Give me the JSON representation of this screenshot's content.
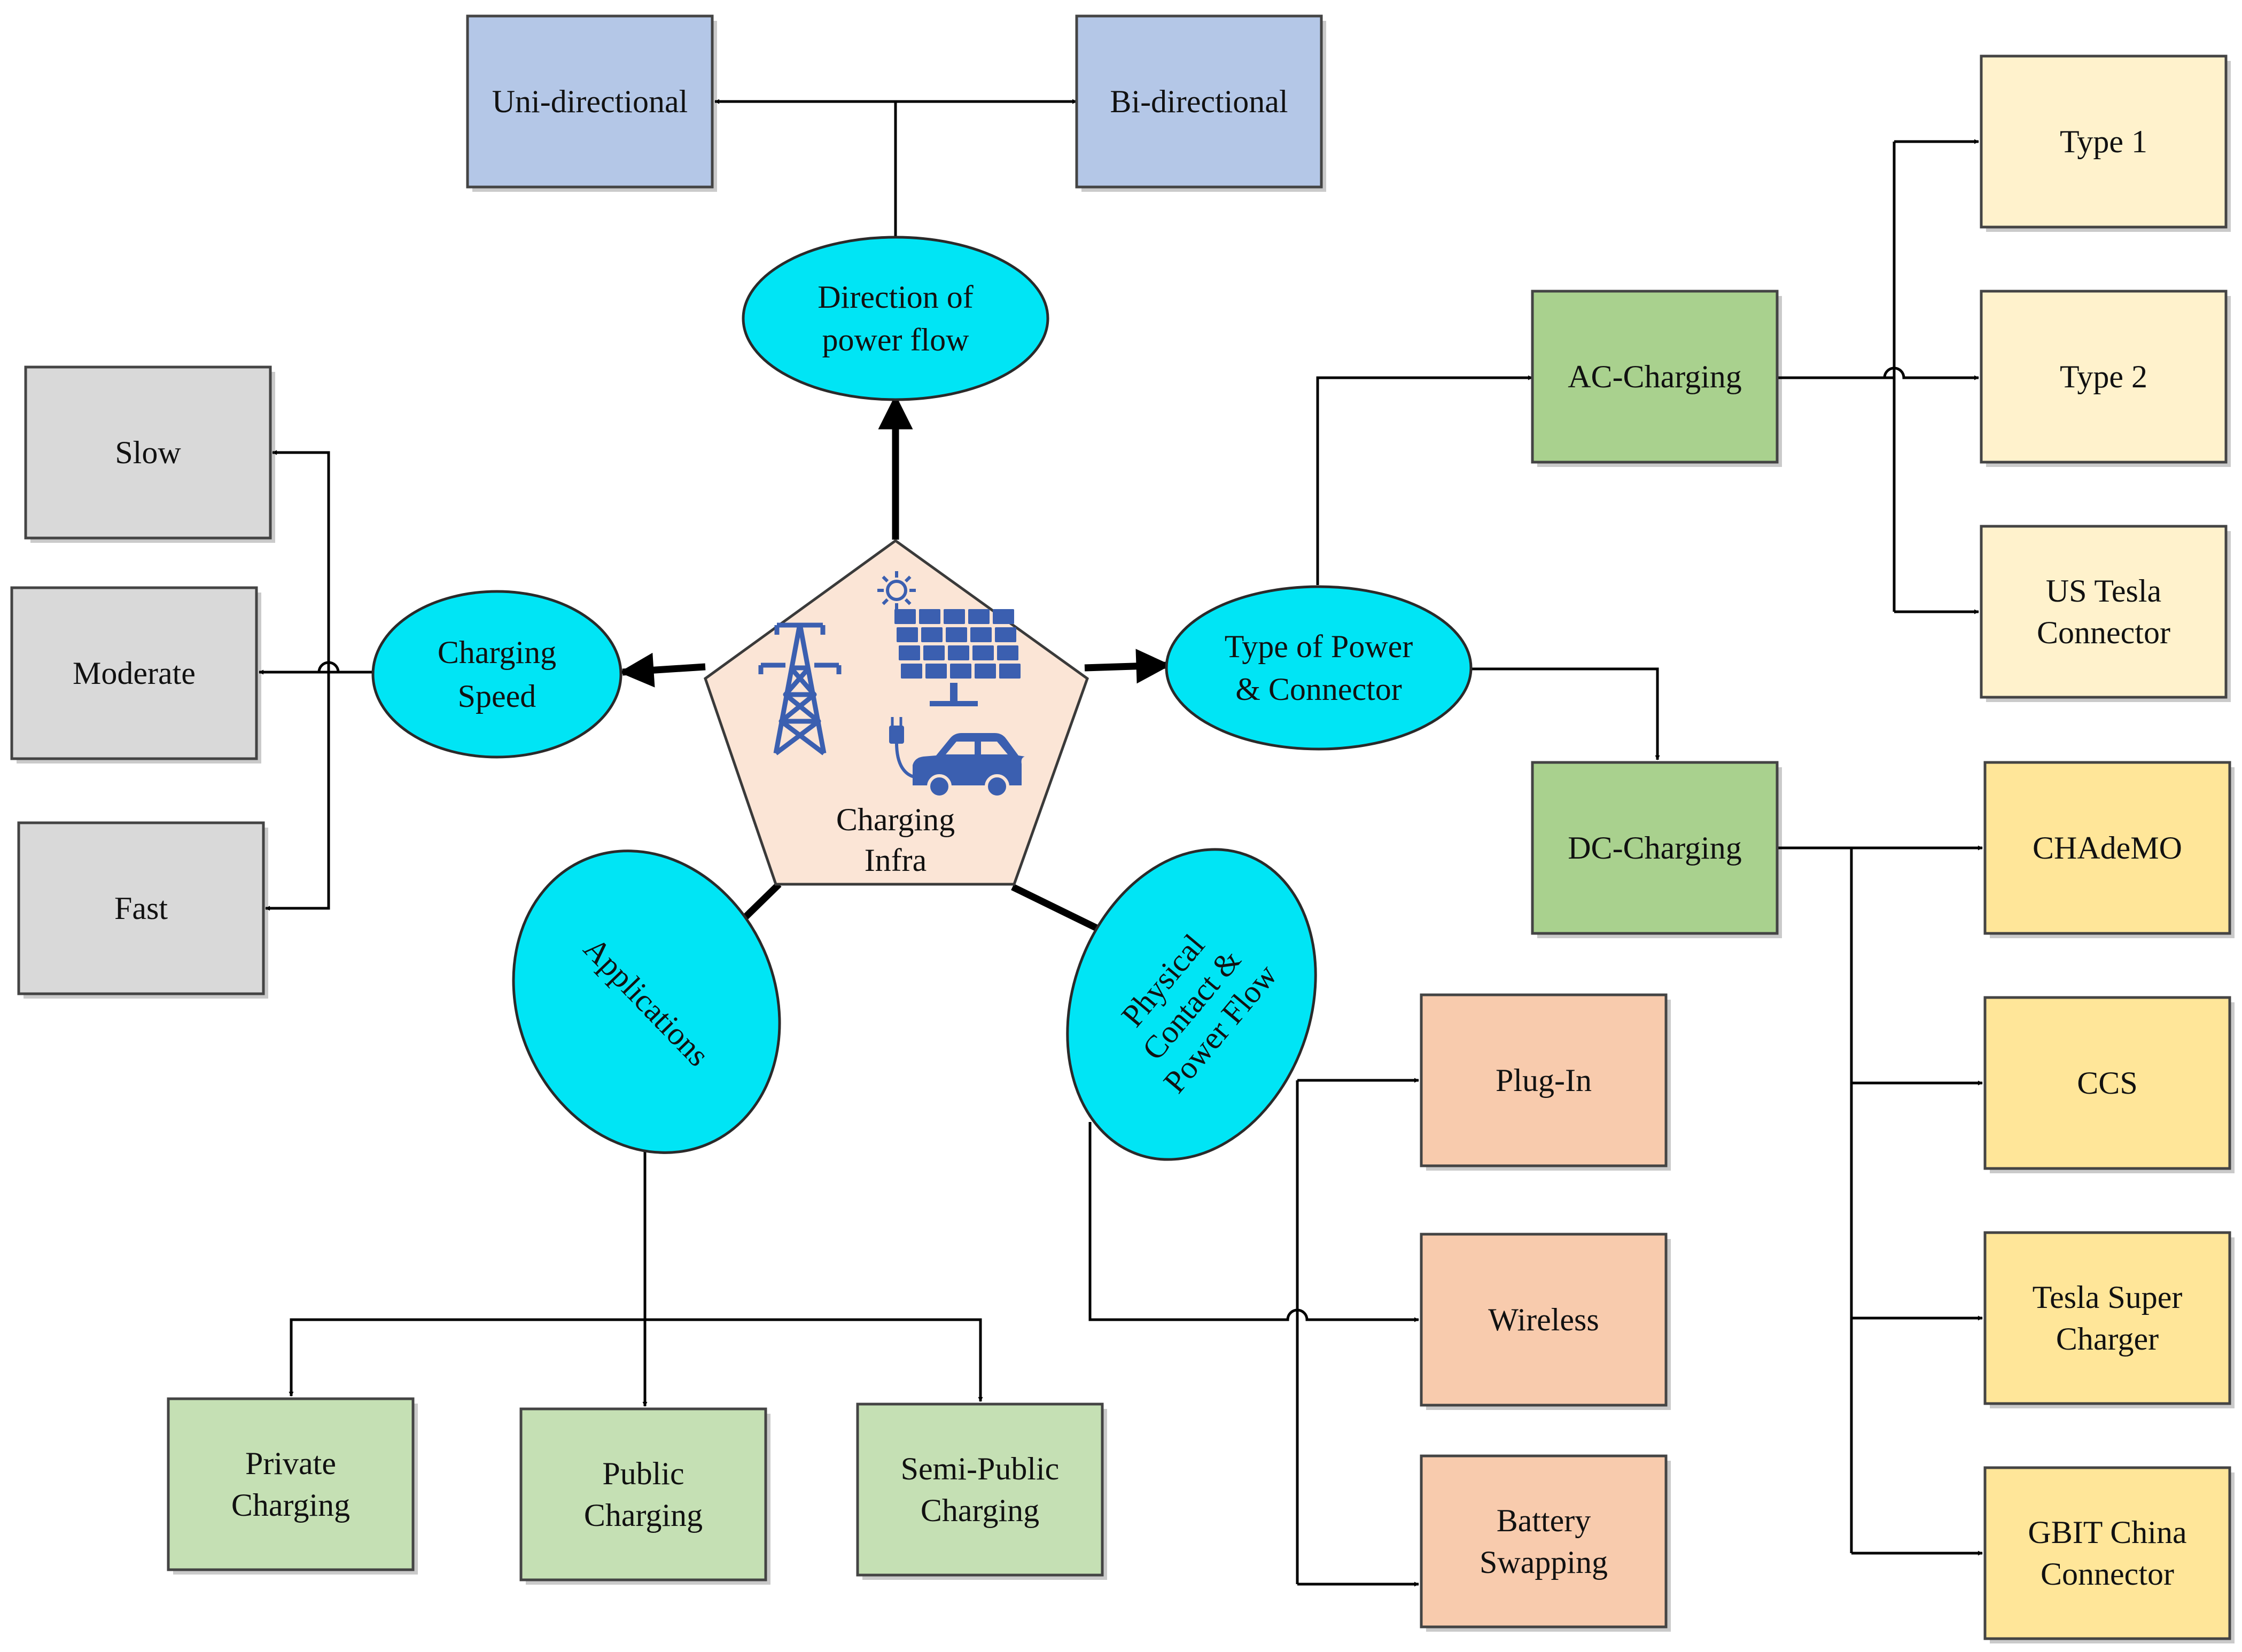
{
  "colors": {
    "direction_box": "#b4c7e7",
    "speed_box": "#d9d9d9",
    "application_box": "#c5e0b4",
    "charging_type_box": "#a9d18e",
    "ac_connector_box": "#fff2cc",
    "dc_connector_box": "#ffe699",
    "contact_box": "#f8cbad",
    "oval": "#00e5f5",
    "center": "#fbe5d6",
    "icon": "#3b5fb0"
  },
  "center": {
    "lines": [
      "Charging",
      "Infra"
    ]
  },
  "ovals": {
    "direction": {
      "lines": [
        "Direction of",
        "power flow"
      ]
    },
    "speed": {
      "lines": [
        "Charging",
        "Speed"
      ]
    },
    "power": {
      "lines": [
        "Type of Power",
        "& Connector"
      ]
    },
    "applications": {
      "lines": [
        "Applications"
      ]
    },
    "physical": {
      "lines": [
        "Physical",
        "Contact &",
        "Power Flow"
      ]
    }
  },
  "boxes": {
    "unidirectional": {
      "lines": [
        "Uni-directional"
      ]
    },
    "bidirectional": {
      "lines": [
        "Bi-directional"
      ]
    },
    "slow": {
      "lines": [
        "Slow"
      ]
    },
    "moderate": {
      "lines": [
        "Moderate"
      ]
    },
    "fast": {
      "lines": [
        "Fast"
      ]
    },
    "ac_charging": {
      "lines": [
        "AC-Charging"
      ]
    },
    "dc_charging": {
      "lines": [
        "DC-Charging"
      ]
    },
    "type1": {
      "lines": [
        "Type 1"
      ]
    },
    "type2": {
      "lines": [
        "Type 2"
      ]
    },
    "us_tesla": {
      "lines": [
        "US Tesla",
        "Connector"
      ]
    },
    "chademo": {
      "lines": [
        "CHAdeMO"
      ]
    },
    "ccs": {
      "lines": [
        "CCS"
      ]
    },
    "tesla_super": {
      "lines": [
        "Tesla Super",
        "Charger"
      ]
    },
    "gbit": {
      "lines": [
        "GBIT China",
        "Connector"
      ]
    },
    "plug_in": {
      "lines": [
        "Plug-In"
      ]
    },
    "wireless": {
      "lines": [
        "Wireless"
      ]
    },
    "battery_swapping": {
      "lines": [
        "Battery",
        "Swapping"
      ]
    },
    "private": {
      "lines": [
        "Private",
        "Charging"
      ]
    },
    "public": {
      "lines": [
        "Public",
        "Charging"
      ]
    },
    "semi_public": {
      "lines": [
        "Semi-Public",
        "Charging"
      ]
    }
  },
  "icons": [
    "transmission-tower-icon",
    "sun-icon",
    "solar-panel-icon",
    "plug-icon",
    "electric-car-icon"
  ]
}
